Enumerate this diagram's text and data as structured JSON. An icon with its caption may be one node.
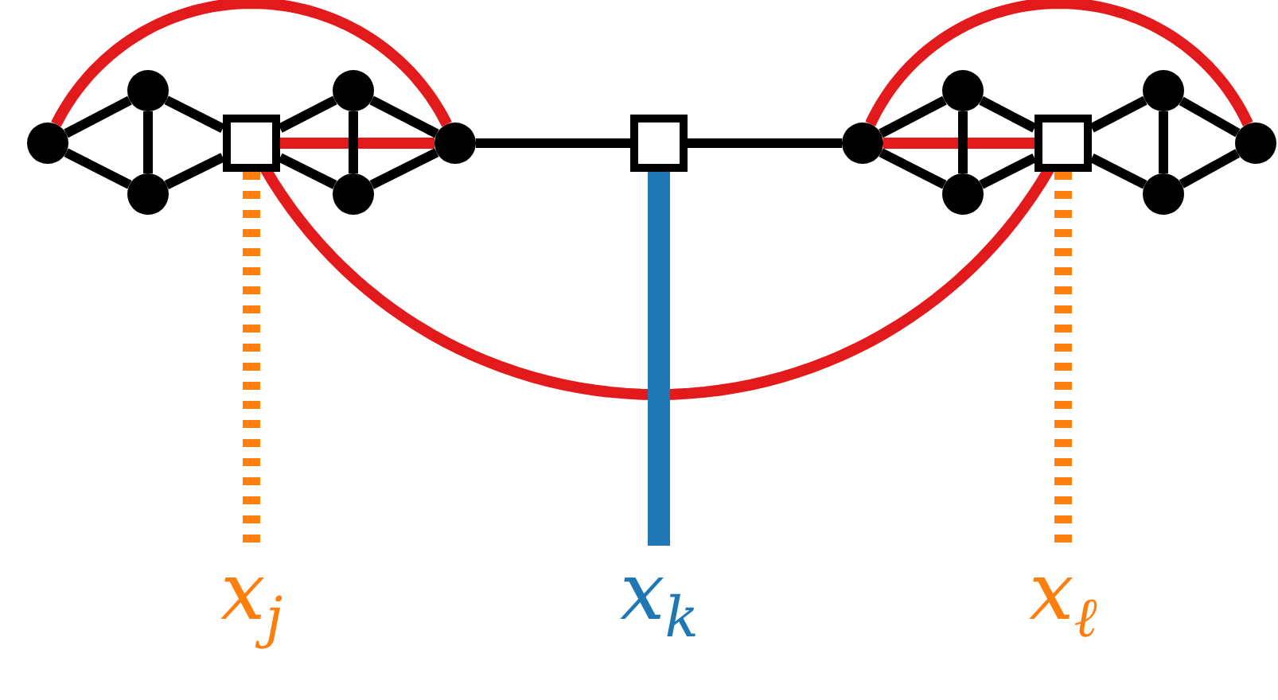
{
  "diagram": {
    "nodes": [
      {
        "text": [],
        "shape": "circle"
      },
      {
        "text": [],
        "shape": "circle"
      },
      {
        "text": [],
        "shape": "circle"
      },
      {
        "text": [],
        "shape": "box"
      },
      {
        "text": [],
        "shape": "circle"
      },
      {
        "text": [],
        "shape": "circle"
      },
      {
        "text": [],
        "shape": "circle"
      },
      {
        "text": [],
        "shape": "box"
      },
      {
        "text": [],
        "shape": "circle"
      },
      {
        "text": [],
        "shape": "circle"
      },
      {
        "text": [],
        "shape": "circle"
      },
      {
        "text": [],
        "shape": "box"
      },
      {
        "text": [],
        "shape": "circle"
      },
      {
        "text": [],
        "shape": "circle"
      },
      {
        "text": [],
        "shape": "circle"
      },
      {
        "text": [
          "x$_{j}$"
        ]
      },
      {
        "text": [
          "x$_{k}$"
        ]
      },
      {
        "text": [
          "x$_{ℓ}$"
        ]
      }
    ],
    "edges": [
      {
        "from": 0,
        "to": 6,
        "arrow": "none",
        "color": "#e31a1c"
      },
      {
        "from": 3,
        "to": 11,
        "arrow": "none",
        "color": "#e31a1c"
      },
      {
        "from": 8,
        "to": 14,
        "arrow": "none",
        "color": "#e31a1c"
      },
      {
        "from": 3,
        "to": 6,
        "arrow": "none",
        "color": "#e31a1c"
      },
      {
        "from": 8,
        "to": 11,
        "arrow": "none",
        "color": "#e31a1c"
      },
      {
        "from": 0,
        "to": 1,
        "arrow": "none"
      },
      {
        "from": 0,
        "to": 2,
        "arrow": "none"
      },
      {
        "from": 1,
        "to": 2,
        "arrow": "none"
      },
      {
        "from": 1,
        "to": 3,
        "arrow": "none"
      },
      {
        "from": 2,
        "to": 3,
        "arrow": "none"
      },
      {
        "from": 3,
        "to": 4,
        "arrow": "none"
      },
      {
        "from": 3,
        "to": 5,
        "arrow": "none"
      },
      {
        "from": 4,
        "to": 5,
        "arrow": "none"
      },
      {
        "from": 4,
        "to": 6,
        "arrow": "none"
      },
      {
        "from": 5,
        "to": 6,
        "arrow": "none"
      },
      {
        "from": 6,
        "to": 7,
        "arrow": "none"
      },
      {
        "from": 7,
        "to": 8,
        "arrow": "none"
      },
      {
        "from": 8,
        "to": 9,
        "arrow": "none"
      },
      {
        "from": 8,
        "to": 10,
        "arrow": "none"
      },
      {
        "from": 9,
        "to": 10,
        "arrow": "none"
      },
      {
        "from": 9,
        "to": 11,
        "arrow": "none"
      },
      {
        "from": 10,
        "to": 11,
        "arrow": "none"
      },
      {
        "from": 11,
        "to": 12,
        "arrow": "none"
      },
      {
        "from": 11,
        "to": 13,
        "arrow": "none"
      },
      {
        "from": 12,
        "to": 13,
        "arrow": "none"
      },
      {
        "from": 12,
        "to": 14,
        "arrow": "none"
      },
      {
        "from": 13,
        "to": 14,
        "arrow": "none"
      },
      {
        "from": 3,
        "to": 15,
        "arrow": "none",
        "style": "dashed",
        "color": "#ff7f0e"
      },
      {
        "from": 7,
        "to": 16,
        "arrow": "none",
        "style": "thick",
        "color": "#1f78b4"
      },
      {
        "from": 11,
        "to": 17,
        "arrow": "none",
        "style": "dashed",
        "color": "#ff7f0e"
      }
    ]
  }
}
